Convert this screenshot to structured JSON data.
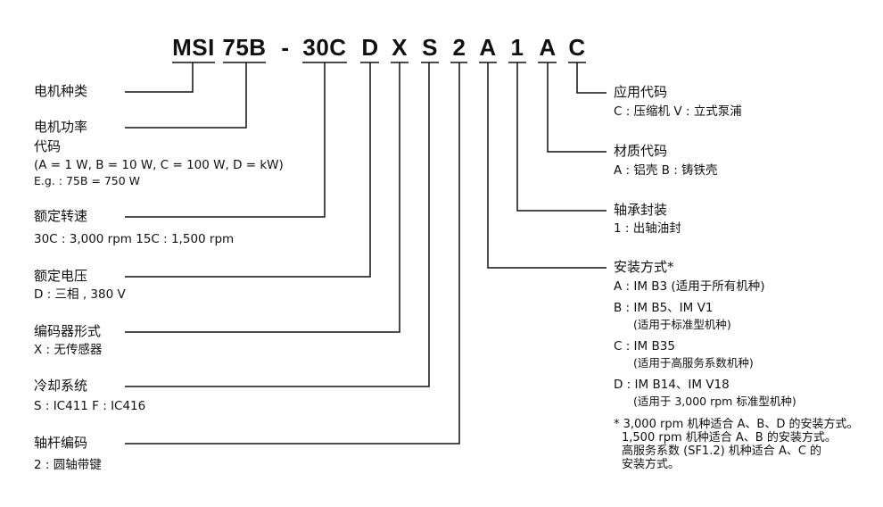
{
  "code": {
    "parts": [
      "MSI",
      "75B",
      "-",
      "30C",
      "D",
      "X",
      "S",
      "2",
      "A",
      "1",
      "A",
      "C"
    ]
  },
  "left": {
    "motor_type": {
      "title": "电机种类"
    },
    "power": {
      "title_line1": "电机功率",
      "title_line2": "代码",
      "desc": "(A = 1 W, B = 10 W, C = 100 W, D = kW)",
      "example": "E.g. : 75B = 750 W"
    },
    "speed": {
      "title": "额定转速",
      "desc": "30C : 3,000 rpm   15C : 1,500 rpm"
    },
    "voltage": {
      "title": "额定电压",
      "desc": "D : 三相 , 380 V"
    },
    "encoder": {
      "title": "编码器形式",
      "desc": "X : 无传感器"
    },
    "cooling": {
      "title": "冷却系统",
      "desc": "S : IC411   F : IC416"
    },
    "shaft": {
      "title": "轴杆编码",
      "desc": "2 : 圆轴带键"
    }
  },
  "right": {
    "application": {
      "title": "应用代码",
      "desc": "C : 压缩机   V : 立式泵浦"
    },
    "material": {
      "title": "材质代码",
      "desc": "A : 铝壳   B : 铸铁壳"
    },
    "bearing": {
      "title": "轴承封装",
      "desc": "1 : 出轴油封"
    },
    "mounting": {
      "title": "安装方式*",
      "a": "A : IM B3 (适用于所有机种)",
      "b": "B : IM B5、IM V1",
      "b_note": "(适用于标准型机种)",
      "c": "C : IM B35",
      "c_note": "(适用于高服务系数机种)",
      "d": "D : IM B14、IM V18",
      "d_note": "(适用于 3,000 rpm 标准型机种)"
    },
    "footnote": [
      "* 3,000 rpm 机种适合 A、B、D 的安装方式。",
      "1,500 rpm 机种适合 A、B 的安装方式。",
      "高服务系数 (SF1.2) 机种适合 A、C 的",
      "安装方式。"
    ]
  },
  "colors": {
    "text": "#111111",
    "line": "#111111"
  }
}
